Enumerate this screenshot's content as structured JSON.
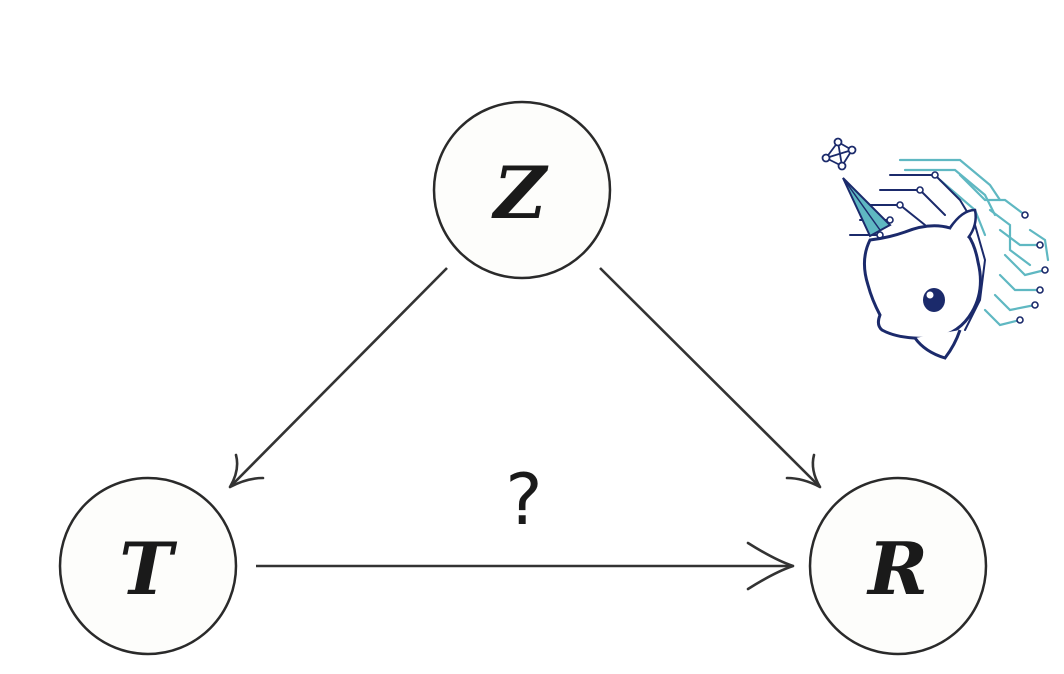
{
  "nodes": {
    "z": "Z",
    "t": "T",
    "r": "R"
  },
  "edge_label": "?",
  "edges": [
    {
      "from": "Z",
      "to": "T"
    },
    {
      "from": "Z",
      "to": "R"
    },
    {
      "from": "T",
      "to": "R"
    }
  ],
  "logo": {
    "icon": "unicorn-circuit-logo-icon",
    "colors": {
      "outline": "#1b2a6b",
      "teal": "#5fb8c2",
      "teal_light": "#8fd3da"
    }
  }
}
